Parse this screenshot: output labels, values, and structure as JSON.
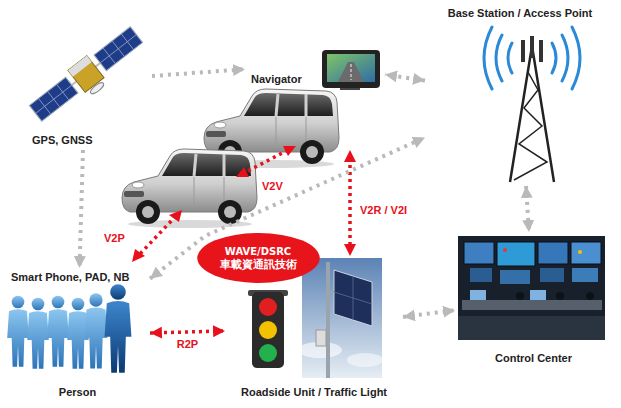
{
  "diagram": {
    "nodes": [
      {
        "text": [
          "GPS, GNSS"
        ]
      },
      {
        "text": [
          "Navigator"
        ]
      },
      {
        "text": [
          "Base Station / Access Point"
        ]
      },
      {
        "text": [
          "WAVE/DSRC",
          "車載資通訊技術"
        ]
      },
      {
        "text": [
          "Smart Phone, PAD, NB",
          "Person"
        ]
      },
      {
        "text": [
          "Roadside Unit / Traffic Light"
        ]
      },
      {
        "text": [
          "Control Center"
        ]
      }
    ],
    "edges": [
      {
        "from": 0,
        "to": 1,
        "arrow": "to"
      },
      {
        "from": 0,
        "to": 4,
        "arrow": "to"
      },
      {
        "from": 2,
        "to": 1,
        "arrow": "both"
      },
      {
        "from": 2,
        "to": 6,
        "arrow": "both"
      },
      {
        "from": 5,
        "to": 6,
        "arrow": "both"
      },
      {
        "from": 4,
        "to": 5,
        "label": "R2P",
        "arrow": "both"
      },
      {
        "from": 4,
        "to": 2,
        "arrow": "both"
      }
    ],
    "labels": [
      "V2V",
      "V2P",
      "V2R / V2I"
    ]
  }
}
